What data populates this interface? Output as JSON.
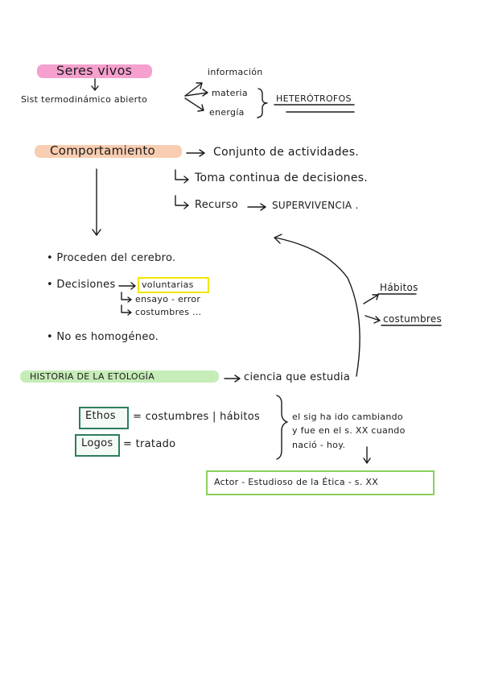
{
  "colors": {
    "pink": "#f5a0cf",
    "peach": "#f9cdb1",
    "green_highlight": "#c6ecb8",
    "yellow_box": "#f2e600",
    "teal_box": "#2e7d5b",
    "green_box": "#8bcf5c",
    "ink": "#1b1b1b"
  },
  "seres": {
    "title": "Seres vivos",
    "subtitle": "Sist termodinámico abierto",
    "branches": [
      "información",
      "materia",
      "energía"
    ],
    "result": "HETERÓTROFOS"
  },
  "comportamiento": {
    "title": "Comportamiento",
    "line1": "Conjunto de actividades.",
    "line2": "Toma continua de decisiones.",
    "line3_a": "Recurso",
    "line3_b": "SUPERVIVENCIA ."
  },
  "bullets": {
    "b1": "Proceden del cerebro.",
    "b2": "Decisiones",
    "b2_main": "voluntarias",
    "b2_sub1": "ensayo - error",
    "b2_sub2": "costumbres ...",
    "b3": "No es homogéneo."
  },
  "side": {
    "habitos": "Hábitos",
    "costumbres": "costumbres"
  },
  "etologia": {
    "title": "HISTORIA DE LA ETOLOGÍA",
    "arrow_text": "ciencia que estudia",
    "ethos_label": "Ethos",
    "ethos_def": "= costumbres | hábitos",
    "logos_label": "Logos",
    "logos_def": "= tratado",
    "note_l1": "el sig ha ido cambiando",
    "note_l2": "y fue en el s. XX cuando",
    "note_l3": "nació - hoy.",
    "final": "Actor - Estudioso de la Ética - s. XX"
  }
}
